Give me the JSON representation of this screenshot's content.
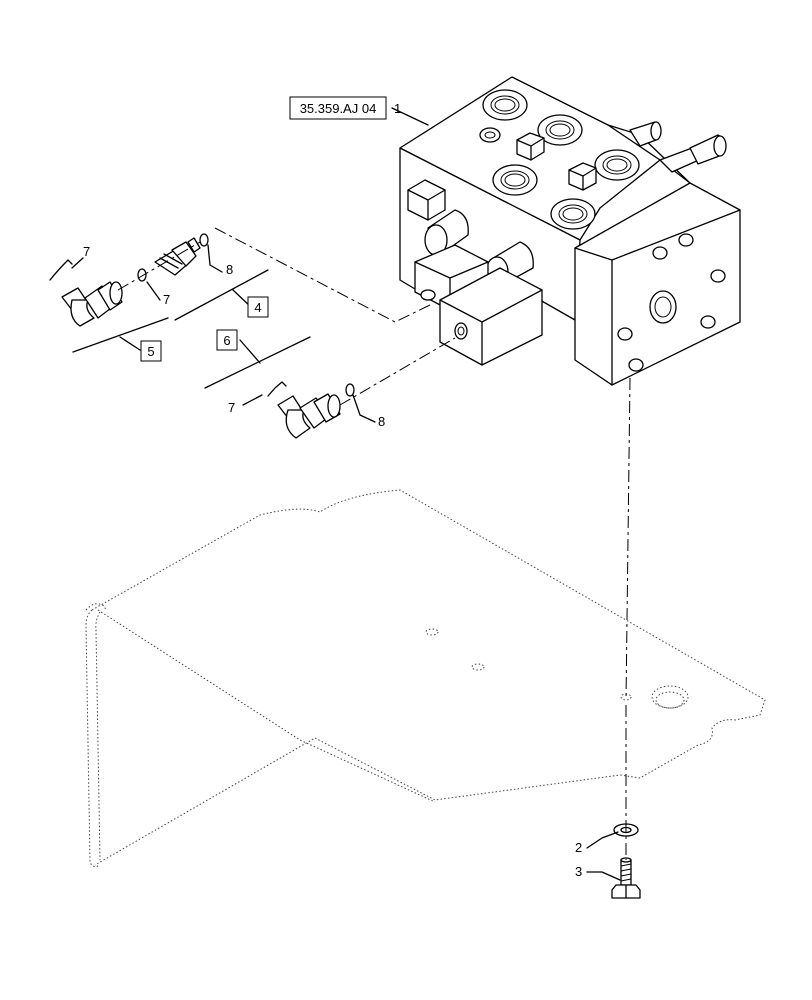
{
  "reference_box": "35.359.AJ 04",
  "callouts": {
    "valve": "1",
    "washer": "2",
    "bolt": "3",
    "fitting_set_a": "4",
    "fitting_set_b": "5",
    "fitting_set_c": "6",
    "seal_a": "7",
    "seal_b": "7",
    "seal_c": "7",
    "oring_a": "8",
    "oring_b": "8"
  }
}
